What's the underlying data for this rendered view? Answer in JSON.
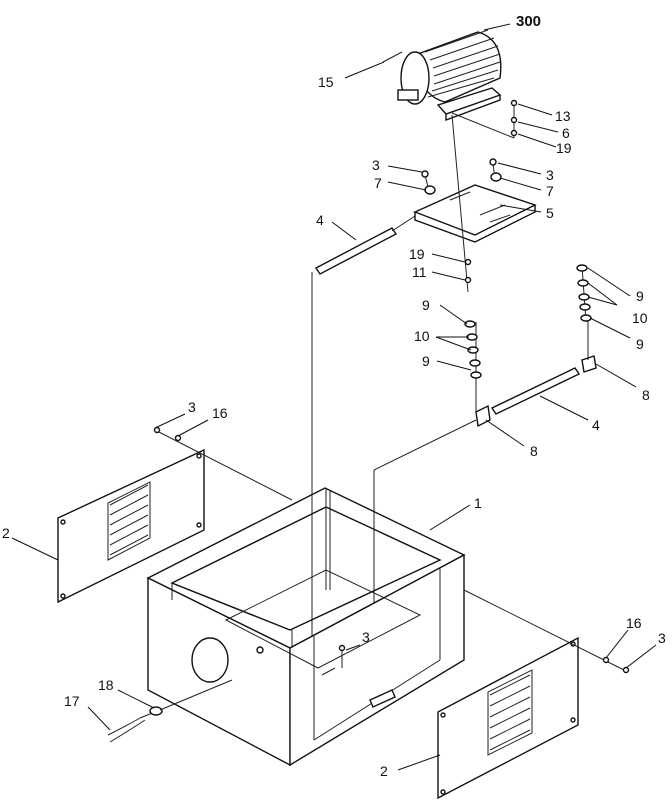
{
  "diagram": {
    "labels": {
      "motor": "300",
      "p15": "15",
      "p13": "13",
      "p6": "6",
      "p19a": "19",
      "p3a": "3",
      "p7a": "7",
      "p3b": "3",
      "p7b": "7",
      "p5": "5",
      "p4a": "4",
      "p19b": "19",
      "p11": "11",
      "p9a": "9",
      "p10a": "10",
      "p9b": "9",
      "p9c": "9",
      "p10b": "10",
      "p9d": "9",
      "p8a": "8",
      "p4b": "4",
      "p8b": "8",
      "p3c": "3",
      "p16a": "16",
      "p2a": "2",
      "p1": "1",
      "p3d": "3",
      "p16b": "16",
      "p3e": "3",
      "p18": "18",
      "p17": "17",
      "p2b": "2"
    }
  }
}
